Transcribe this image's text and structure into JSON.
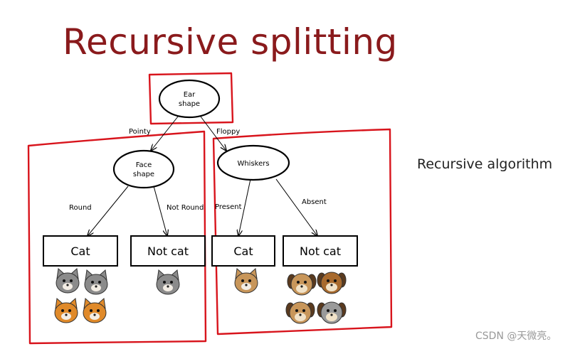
{
  "title": "Recursive splitting",
  "side_label": "Recursive algorithm",
  "watermark": "CSDN @天微亮。",
  "nodes": {
    "root": [
      "Ear",
      "shape"
    ],
    "left": [
      "Face",
      "shape"
    ],
    "right": [
      "Whiskers"
    ]
  },
  "edges": {
    "pointy": "Pointy",
    "floppy": "Floppy",
    "round": "Round",
    "not_round": "Not Round",
    "present": "Present",
    "absent": "Absent"
  },
  "leaves": {
    "ll": "Cat",
    "lr": "Not cat",
    "rl": "Cat",
    "rr": "Not cat"
  },
  "colors": {
    "title": "#8a1a1c",
    "annotation_box": "#d8141c",
    "cat_gray": "#8b8b8b",
    "cat_orange": "#e08a2a",
    "dog_tan": "#c8965a",
    "dog_brown": "#a86a2e",
    "dog_gray": "#9a9a9a"
  },
  "animals": [
    {
      "group": "ll",
      "kind": "cat",
      "color": "cat_gray",
      "icon": "gray-cat-icon"
    },
    {
      "group": "ll",
      "kind": "cat",
      "color": "cat_gray",
      "icon": "gray-cat-icon"
    },
    {
      "group": "ll",
      "kind": "cat",
      "color": "cat_orange",
      "icon": "orange-cat-icon"
    },
    {
      "group": "ll",
      "kind": "cat",
      "color": "cat_orange",
      "icon": "orange-cat-icon"
    },
    {
      "group": "lr",
      "kind": "cat",
      "color": "cat_gray",
      "icon": "gray-cat-icon"
    },
    {
      "group": "rl",
      "kind": "cat",
      "color": "dog_tan",
      "icon": "tan-cat-icon"
    },
    {
      "group": "rr",
      "kind": "dog",
      "color": "dog_tan",
      "icon": "tan-dog-icon"
    },
    {
      "group": "rr",
      "kind": "dog",
      "color": "dog_brown",
      "icon": "brown-dog-icon"
    },
    {
      "group": "rr",
      "kind": "dog",
      "color": "dog_tan",
      "icon": "tan-dog-icon"
    },
    {
      "group": "rr",
      "kind": "dog",
      "color": "dog_gray",
      "icon": "gray-dog-icon"
    }
  ]
}
